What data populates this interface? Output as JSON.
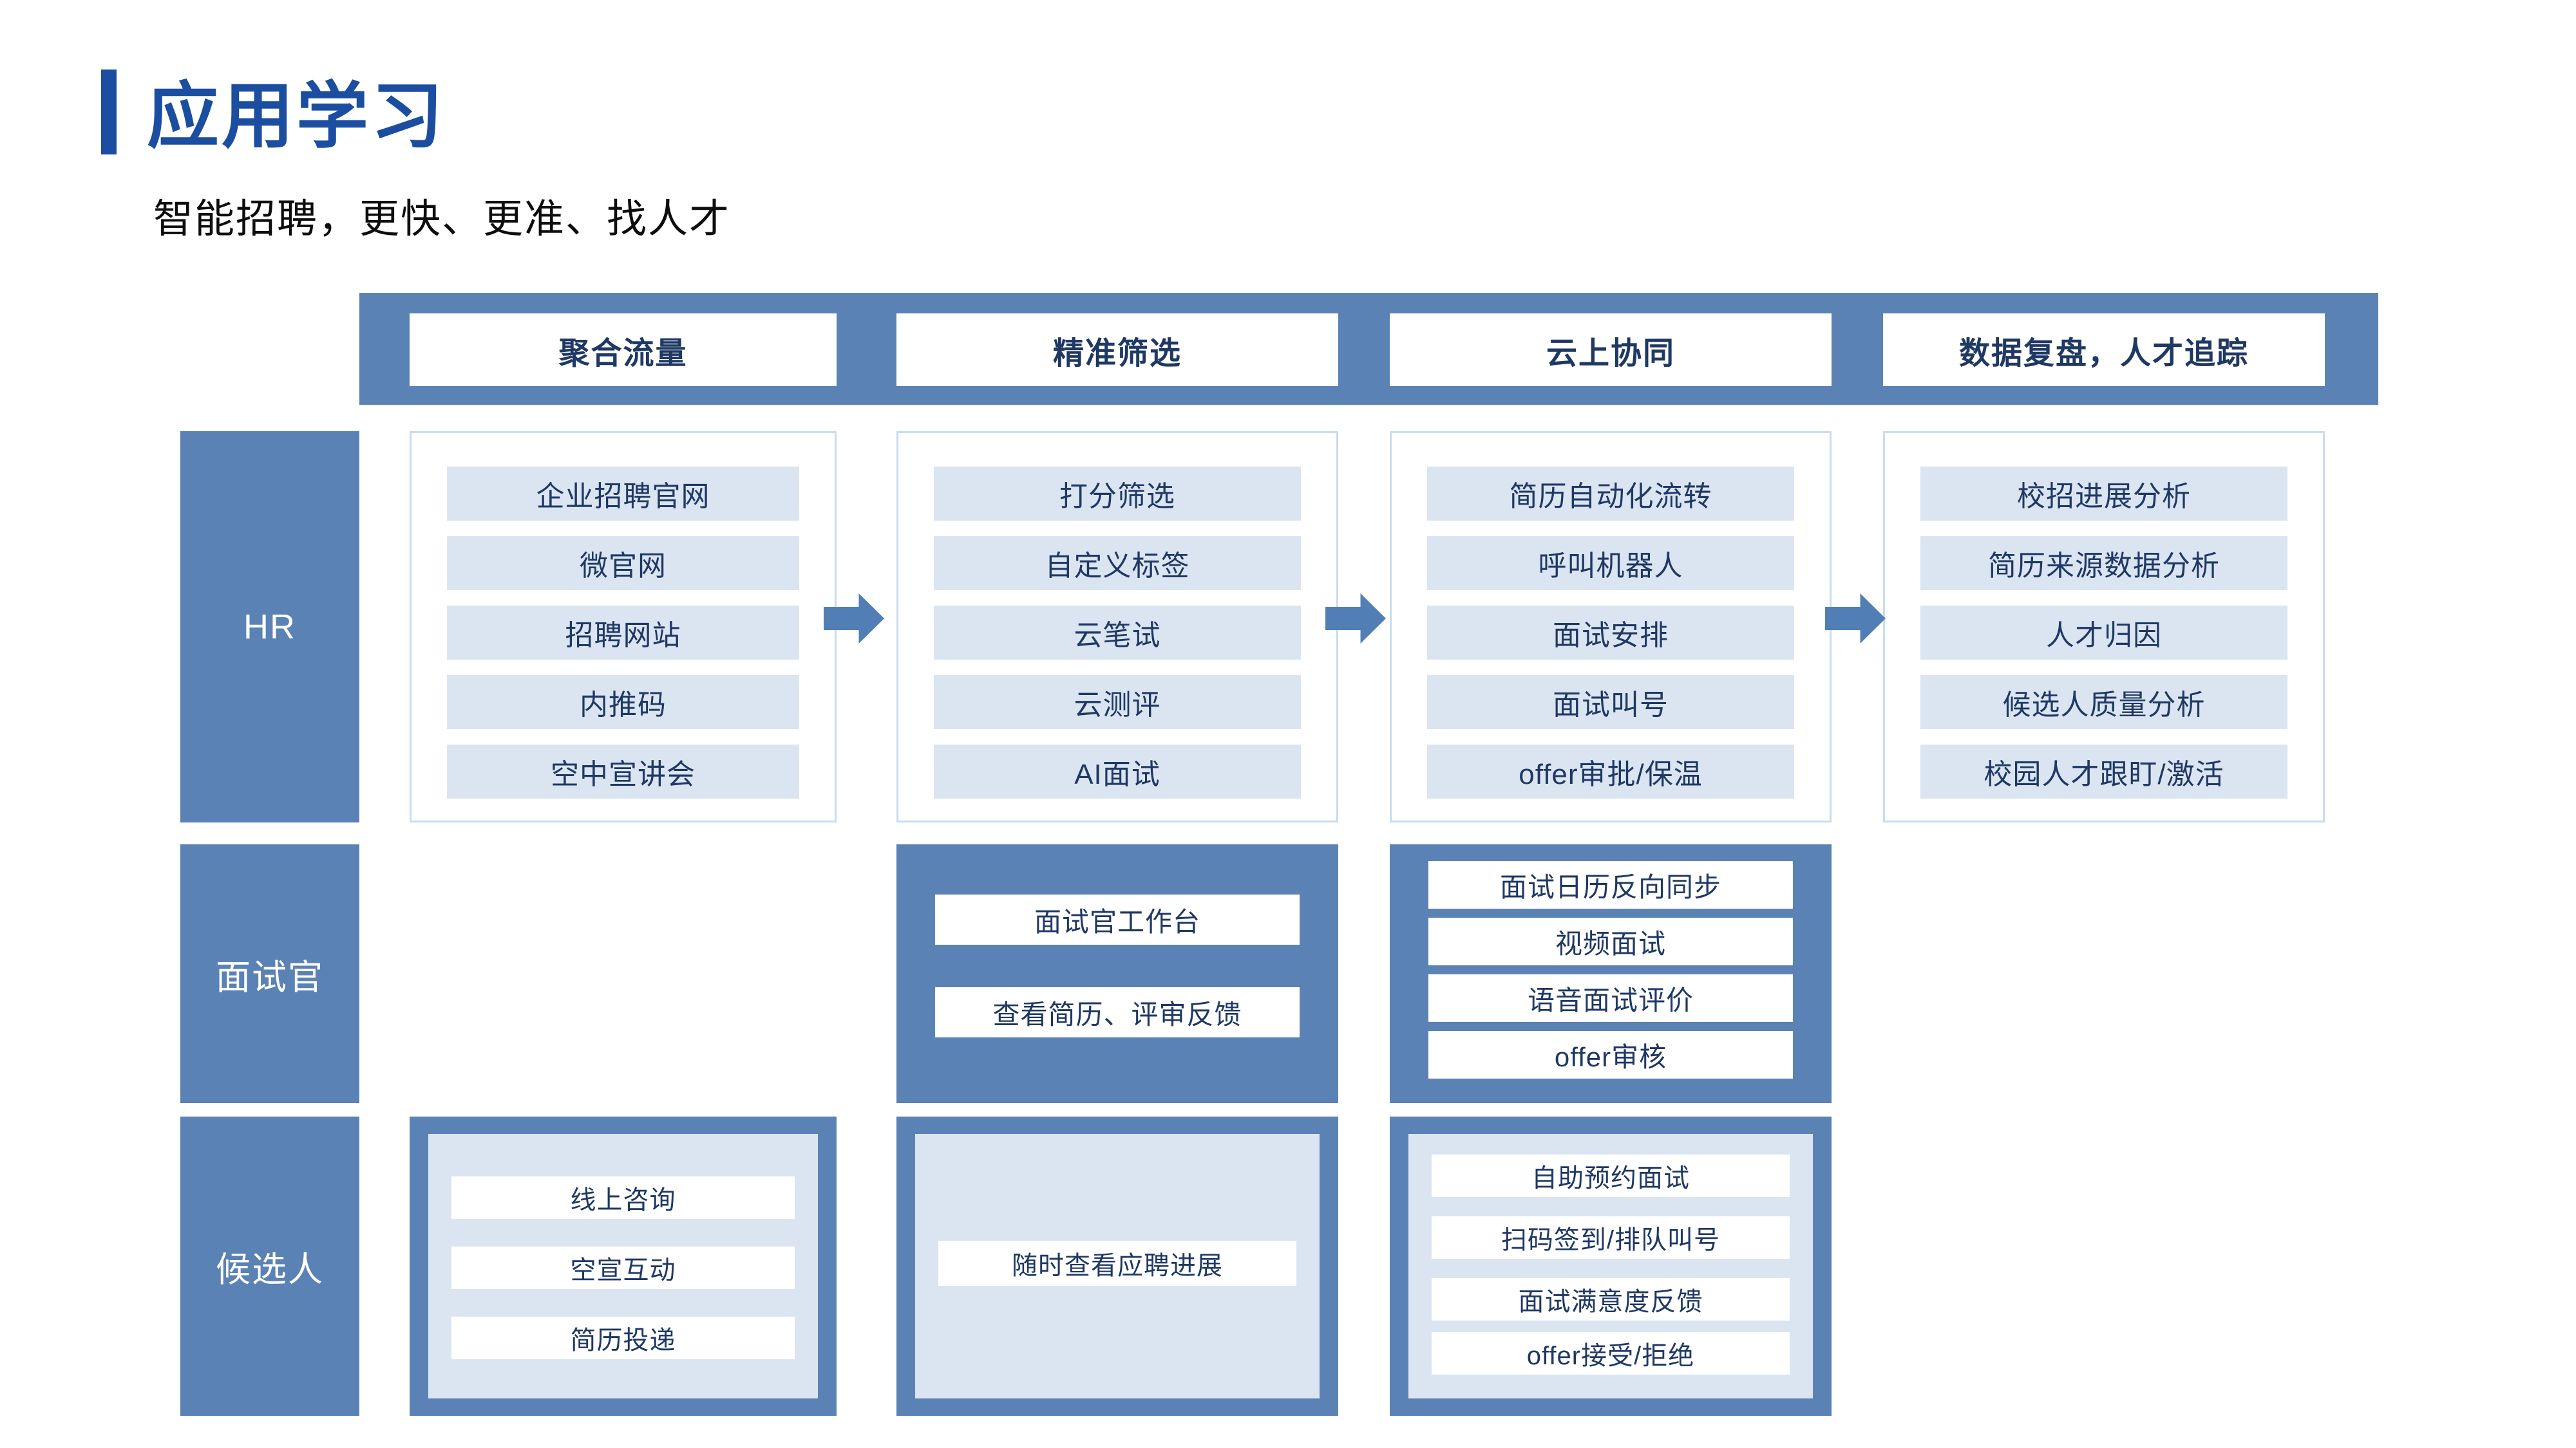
{
  "page": {
    "title": "应用学习",
    "subtitle": "智能招聘，更快、更准、找人才"
  },
  "stages": [
    "聚合流量",
    "精准筛选",
    "云上协同",
    "数据复盘，人才追踪"
  ],
  "rows": {
    "hr": {
      "label": "HR",
      "channels": [
        "企业招聘官网",
        "微官网",
        "招聘网站",
        "内推码",
        "空中宣讲会"
      ],
      "screening": [
        "打分筛选",
        "自定义标签",
        "云笔试",
        "云测评",
        "AI面试"
      ],
      "collaboration": [
        "简历自动化流转",
        "呼叫机器人",
        "面试安排",
        "面试叫号",
        "offer审批/保温"
      ],
      "analysis": [
        "校招进展分析",
        "简历来源数据分析",
        "人才归因",
        "候选人质量分析",
        "校园人才跟盯/激活"
      ]
    },
    "interviewer": {
      "label": "面试官",
      "screening": [
        "面试官工作台",
        "查看简历、评审反馈"
      ],
      "collaboration": [
        "面试日历反向同步",
        "视频面试",
        "语音面试评价",
        "offer审核"
      ]
    },
    "candidate": {
      "label": "候选人",
      "traffic": [
        "线上咨询",
        "空宣互动",
        "简历投递"
      ],
      "screening": [
        "随时查看应聘进展"
      ],
      "collaboration": [
        "自助预约面试",
        "扫码签到/排队叫号",
        "面试满意度反馈",
        "offer接受/拒绝"
      ]
    }
  },
  "colors": {
    "slate_blue": "#5B82B4",
    "light_blue_fill": "#DBE5F1",
    "navy_text": "#1F3864",
    "title_blue": "#1B4DA1",
    "arrow_blue": "#527EB6",
    "container_border": "#C8DCEF",
    "background": "#FFFFFF"
  }
}
